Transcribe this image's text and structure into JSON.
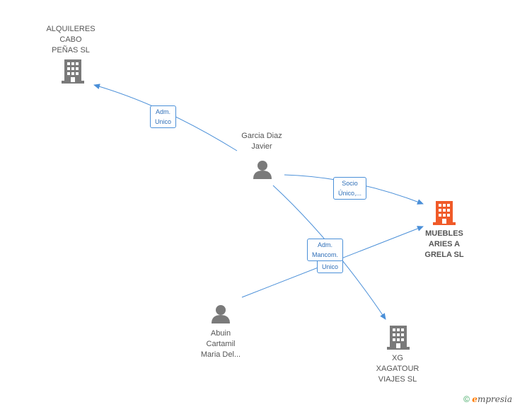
{
  "colors": {
    "edge": "#4a8fd8",
    "company_icon": "#7a7a7a",
    "main_company_icon": "#f05a28",
    "person_icon": "#7a7a7a"
  },
  "nodes": {
    "alquileres": {
      "line1": "ALQUILERES",
      "line2": "CABO",
      "line3": "PEÑAS SL",
      "icon": "building-icon"
    },
    "garcia": {
      "line1": "Garcia Diaz",
      "line2": "Javier",
      "icon": "person-icon"
    },
    "muebles": {
      "line1": "MUEBLES",
      "line2": "ARIES A",
      "line3": "GRELA SL",
      "icon": "building-icon"
    },
    "abuin": {
      "line1": "Abuin",
      "line2": "Cartamil",
      "line3": "Maria Del...",
      "icon": "person-icon"
    },
    "xg": {
      "line1": "XG",
      "line2": "XAGATOUR",
      "line3": "VIAJES SL",
      "icon": "building-icon"
    }
  },
  "edges": {
    "garcia_alquileres": {
      "line1": "Adm.",
      "line2": "Unico"
    },
    "garcia_muebles": {
      "line1": "Socio",
      "line2": "Único,..."
    },
    "abuin_muebles": {
      "line1": "Adm.",
      "line2": "Mancom."
    },
    "garcia_xg": {
      "line1": "Unico"
    }
  },
  "footer": {
    "copyright": "©",
    "brand_initial": "e",
    "brand_rest": "mpresia"
  }
}
